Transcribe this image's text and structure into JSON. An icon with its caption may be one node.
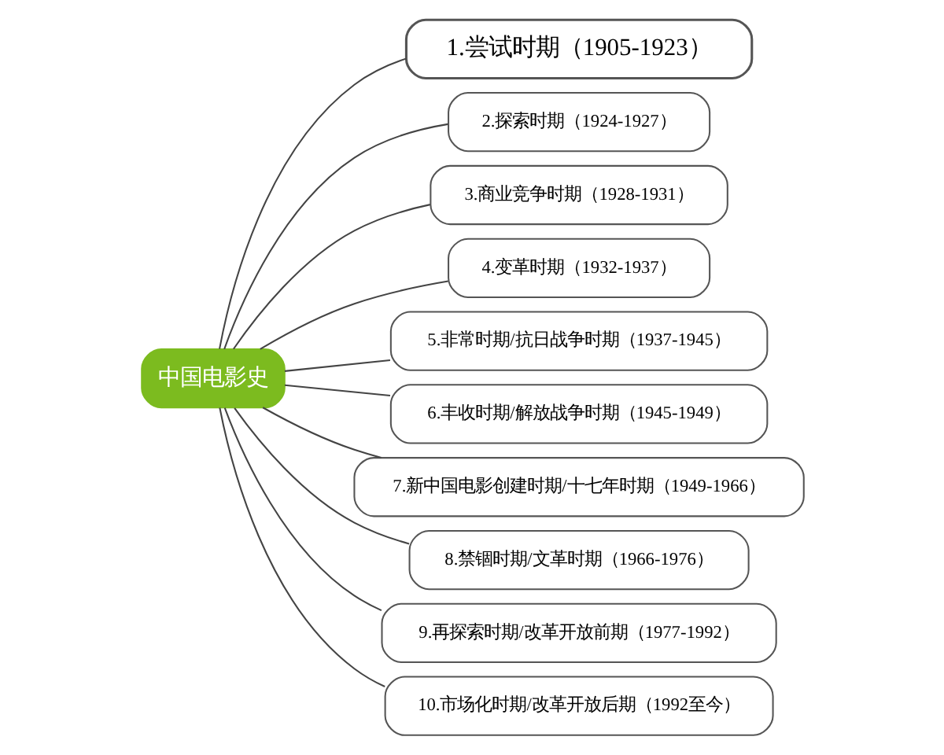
{
  "diagram": {
    "nodes": [
      {
        "text": [
          "中国电影史"
        ]
      },
      {
        "text": [
          "1.尝试时期（1905-1923）"
        ]
      },
      {
        "text": [
          "2.探索时期（1924-1927）"
        ]
      },
      {
        "text": [
          "3.商业竞争时期（1928-1931）"
        ]
      },
      {
        "text": [
          "4.变革时期（1932-1937）"
        ]
      },
      {
        "text": [
          "5.非常时期/抗日战争时期（1937-1945）"
        ]
      },
      {
        "text": [
          "6.丰收时期/解放战争时期（1945-1949）"
        ]
      },
      {
        "text": [
          "7.新中国电影创建时期/十七年时期（1949-1966）"
        ]
      },
      {
        "text": [
          "8.禁锢时期/文革时期（1966-1976）"
        ]
      },
      {
        "text": [
          "9.再探索时期/改革开放前期（1977-1992）"
        ]
      },
      {
        "text": [
          "10.市场化时期/改革开放后期（1992至今）"
        ]
      }
    ],
    "edges": [
      {
        "from": 0,
        "to": 1,
        "arrow": "none"
      },
      {
        "from": 0,
        "to": 2,
        "arrow": "none"
      },
      {
        "from": 0,
        "to": 3,
        "arrow": "none"
      },
      {
        "from": 0,
        "to": 4,
        "arrow": "none"
      },
      {
        "from": 0,
        "to": 5,
        "arrow": "none"
      },
      {
        "from": 0,
        "to": 6,
        "arrow": "none"
      },
      {
        "from": 0,
        "to": 7,
        "arrow": "none"
      },
      {
        "from": 0,
        "to": 8,
        "arrow": "none"
      },
      {
        "from": 0,
        "to": 9,
        "arrow": "none"
      },
      {
        "from": 0,
        "to": 10,
        "arrow": "none"
      }
    ]
  }
}
